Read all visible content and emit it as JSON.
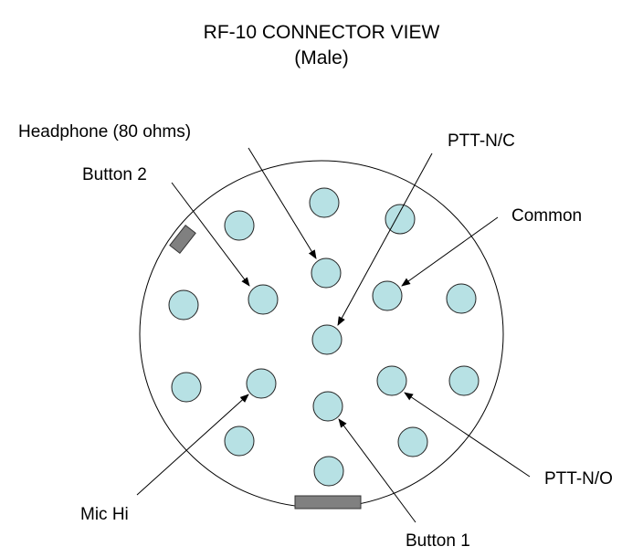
{
  "title": "RF-10 CONNECTOR VIEW",
  "subtitle": "(Male)",
  "colors": {
    "pin_fill": "#b7e1e4",
    "key_fill": "#808080",
    "line": "#000000"
  },
  "labels": {
    "headphone": "Headphone (80 ohms)",
    "button2": "Button 2",
    "ptt_nc": "PTT-N/C",
    "common": "Common",
    "ptt_no": "PTT-N/O",
    "mic_hi": "Mic Hi",
    "button1": "Button 1"
  }
}
